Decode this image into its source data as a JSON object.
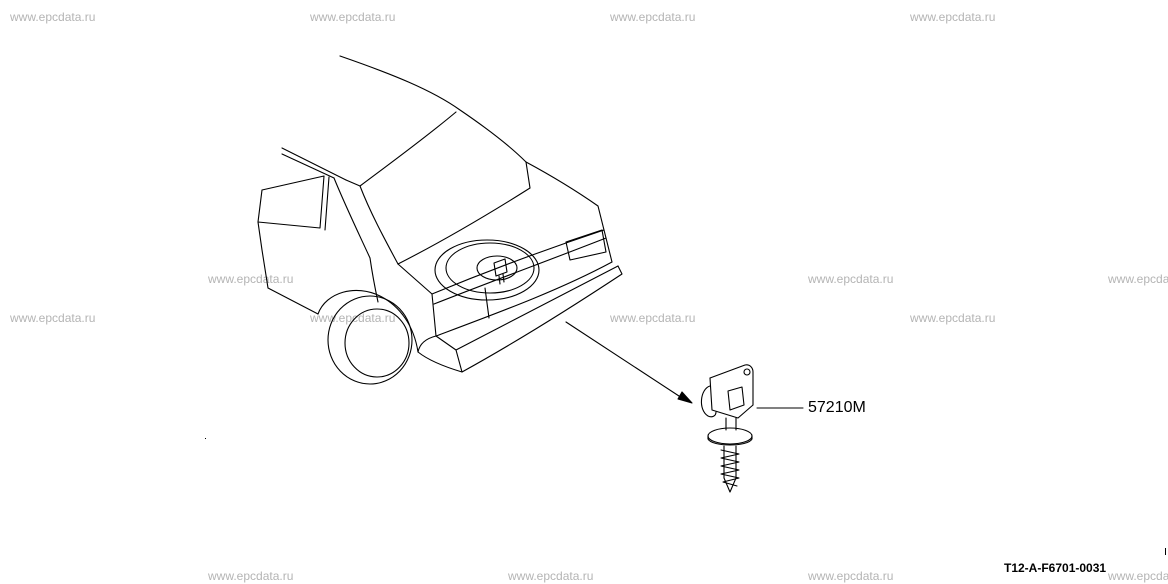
{
  "watermark": "www.epcdata.ru",
  "callout": {
    "part_number": "57210M"
  },
  "drawing_code": "T12-A-F6701-0031",
  "colors": {
    "line": "#000000",
    "watermark": "#b4b4b4",
    "background": "#ffffff"
  }
}
